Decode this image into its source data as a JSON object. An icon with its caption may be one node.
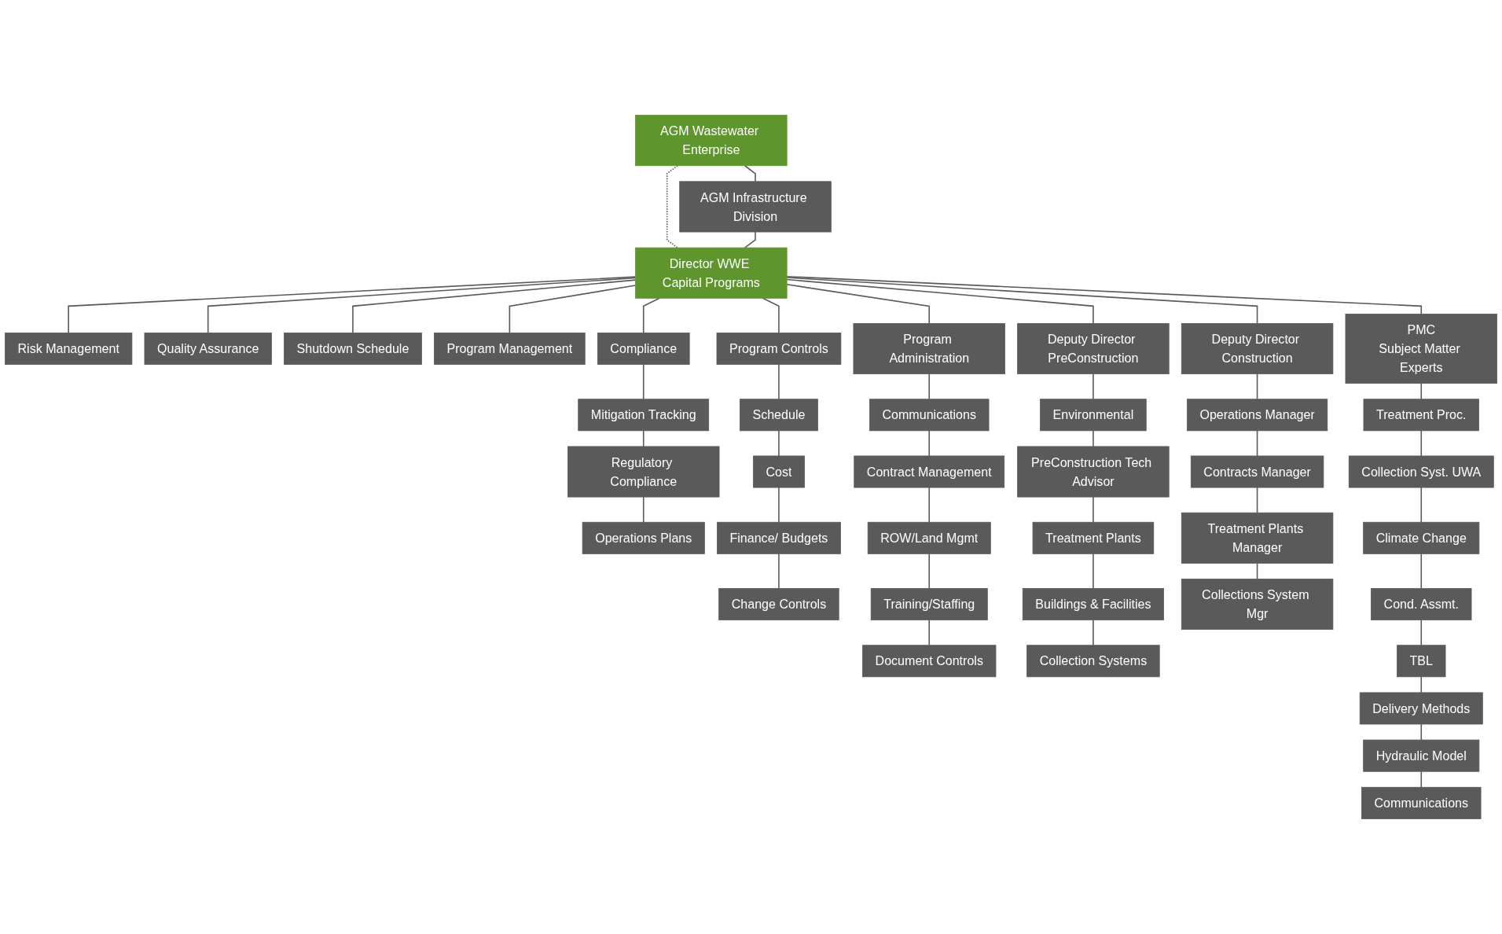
{
  "diagram": {
    "nodes": [
      {
        "text": [
          "AGM Wastewater Enterprise"
        ]
      },
      {
        "text": [
          "AGM Infrastructure Division"
        ]
      },
      {
        "text": [
          "Director WWE Capital Programs"
        ]
      },
      {
        "text": [
          "Risk Management"
        ]
      },
      {
        "text": [
          "Quality Assurance"
        ]
      },
      {
        "text": [
          "Shutdown Schedule"
        ]
      },
      {
        "text": [
          "Program Management"
        ]
      },
      {
        "text": [
          "Compliance"
        ]
      },
      {
        "text": [
          "Program Controls"
        ]
      },
      {
        "text": [
          "Program Administration"
        ]
      },
      {
        "text": [
          "Deputy Director PreConstruction"
        ]
      },
      {
        "text": [
          "Deputy Director Construction"
        ]
      },
      {
        "text": [
          "PMC",
          "Subject Matter Experts"
        ]
      },
      {
        "text": [
          "Mitigation Tracking"
        ]
      },
      {
        "text": [
          "Regulatory Compliance"
        ]
      },
      {
        "text": [
          "Operations Plans"
        ]
      },
      {
        "text": [
          "Schedule"
        ]
      },
      {
        "text": [
          "Cost"
        ]
      },
      {
        "text": [
          "Finance/ Budgets"
        ]
      },
      {
        "text": [
          "Change Controls"
        ]
      },
      {
        "text": [
          "Communications"
        ]
      },
      {
        "text": [
          "Contract Management"
        ]
      },
      {
        "text": [
          "ROW/Land Mgmt"
        ]
      },
      {
        "text": [
          "Training/Staffing"
        ]
      },
      {
        "text": [
          "Document Controls"
        ]
      },
      {
        "text": [
          "Environmental"
        ]
      },
      {
        "text": [
          "PreConstruction Tech Advisor"
        ]
      },
      {
        "text": [
          "Treatment Plants"
        ]
      },
      {
        "text": [
          "Buildings & Facilities"
        ]
      },
      {
        "text": [
          "Collection Systems"
        ]
      },
      {
        "text": [
          "Operations Manager"
        ]
      },
      {
        "text": [
          "Contracts Manager"
        ]
      },
      {
        "text": [
          "Treatment Plants Manager"
        ]
      },
      {
        "text": [
          "Collections System Mgr"
        ]
      },
      {
        "text": [
          "Treatment Proc."
        ]
      },
      {
        "text": [
          "Collection Syst. UWA"
        ]
      },
      {
        "text": [
          "Climate Change"
        ]
      },
      {
        "text": [
          "Cond. Assmt."
        ]
      },
      {
        "text": [
          "TBL"
        ]
      },
      {
        "text": [
          "Delivery Methods"
        ]
      },
      {
        "text": [
          "Hydraulic Model"
        ]
      },
      {
        "text": [
          "Communications"
        ]
      }
    ],
    "edges": [
      {
        "from": 0,
        "to": 1,
        "arrow": "none"
      },
      {
        "from": 0,
        "to": 2,
        "arrow": "none",
        "style": "dashed"
      },
      {
        "from": 1,
        "to": 2,
        "arrow": "none"
      },
      {
        "from": 2,
        "to": 3,
        "arrow": "none"
      },
      {
        "from": 2,
        "to": 4,
        "arrow": "none"
      },
      {
        "from": 2,
        "to": 5,
        "arrow": "none"
      },
      {
        "from": 2,
        "to": 6,
        "arrow": "none"
      },
      {
        "from": 2,
        "to": 7,
        "arrow": "none"
      },
      {
        "from": 2,
        "to": 8,
        "arrow": "none"
      },
      {
        "from": 2,
        "to": 9,
        "arrow": "none"
      },
      {
        "from": 2,
        "to": 10,
        "arrow": "none"
      },
      {
        "from": 2,
        "to": 11,
        "arrow": "none"
      },
      {
        "from": 2,
        "to": 12,
        "arrow": "none"
      },
      {
        "from": 7,
        "to": 13,
        "arrow": "none"
      },
      {
        "from": 13,
        "to": 14,
        "arrow": "none"
      },
      {
        "from": 14,
        "to": 15,
        "arrow": "none"
      },
      {
        "from": 8,
        "to": 16,
        "arrow": "none"
      },
      {
        "from": 16,
        "to": 17,
        "arrow": "none"
      },
      {
        "from": 17,
        "to": 18,
        "arrow": "none"
      },
      {
        "from": 18,
        "to": 19,
        "arrow": "none"
      },
      {
        "from": 9,
        "to": 20,
        "arrow": "none"
      },
      {
        "from": 20,
        "to": 21,
        "arrow": "none"
      },
      {
        "from": 21,
        "to": 22,
        "arrow": "none"
      },
      {
        "from": 22,
        "to": 23,
        "arrow": "none"
      },
      {
        "from": 23,
        "to": 24,
        "arrow": "none"
      },
      {
        "from": 10,
        "to": 25,
        "arrow": "none"
      },
      {
        "from": 25,
        "to": 26,
        "arrow": "none"
      },
      {
        "from": 26,
        "to": 27,
        "arrow": "none"
      },
      {
        "from": 27,
        "to": 28,
        "arrow": "none"
      },
      {
        "from": 28,
        "to": 29,
        "arrow": "none"
      },
      {
        "from": 11,
        "to": 30,
        "arrow": "none"
      },
      {
        "from": 30,
        "to": 31,
        "arrow": "none"
      },
      {
        "from": 31,
        "to": 32,
        "arrow": "none"
      },
      {
        "from": 32,
        "to": 33,
        "arrow": "none"
      },
      {
        "from": 12,
        "to": 34,
        "arrow": "none"
      },
      {
        "from": 34,
        "to": 35,
        "arrow": "none"
      },
      {
        "from": 35,
        "to": 36,
        "arrow": "none"
      },
      {
        "from": 36,
        "to": 37,
        "arrow": "none"
      },
      {
        "from": 37,
        "to": 38,
        "arrow": "none"
      },
      {
        "from": 38,
        "to": 39,
        "arrow": "none"
      },
      {
        "from": 39,
        "to": 40,
        "arrow": "none"
      },
      {
        "from": 40,
        "to": 41,
        "arrow": "none"
      }
    ]
  }
}
